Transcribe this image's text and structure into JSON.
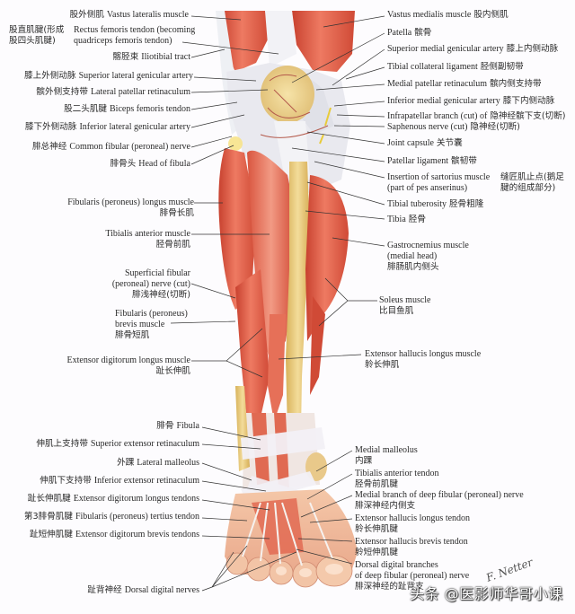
{
  "figure": {
    "title": "Anterior view of leg and dorsum of foot (muscles, tendons, nerves)",
    "colors": {
      "background": "#fdfcfe",
      "muscle": "#e25a45",
      "muscle_dark": "#c8412f",
      "muscle_light": "#f08a72",
      "tendon": "#efe8ec",
      "bone": "#e8c774",
      "bone_light": "#f3dc9a",
      "nerve": "#f0d24a",
      "leader_line": "#333333"
    }
  },
  "labels_left": [
    {
      "zh": "股外侧肌",
      "en": "Vastus lateralis muscle"
    },
    {
      "zh": "股直肌腱(形成股四头肌腱)",
      "zh_line1": "股直肌腱(形成",
      "zh_line2": "股四头肌腱)",
      "en_line1": "Rectus femoris tendon (becoming",
      "en_line2": "quadriceps femoris tendon)"
    },
    {
      "zh": "髂胫束",
      "en": "Iliotibial tract"
    },
    {
      "zh": "膝上外侧动脉",
      "en": "Superior lateral genicular artery"
    },
    {
      "zh": "髌外侧支持带",
      "en": "Lateral patellar retinaculum"
    },
    {
      "zh": "股二头肌腱",
      "en": "Biceps femoris tendon"
    },
    {
      "zh": "膝下外侧动脉",
      "en": "Inferior lateral genicular artery"
    },
    {
      "zh": "腓总神经",
      "en": "Common fibular (peroneal) nerve"
    },
    {
      "zh": "腓骨头",
      "en": "Head of fibula"
    },
    {
      "en": "Fibularis (peroneus) longus muscle",
      "zh": "腓骨长肌"
    },
    {
      "en": "Tibialis anterior muscle",
      "zh": "胫骨前肌"
    },
    {
      "en_line1": "Superficial fibular",
      "en_line2": "(peroneal) nerve (cut)",
      "zh": "腓浅神经(切断)"
    },
    {
      "en_line1": "Fibularis (peroneus)",
      "en_line2": "brevis muscle",
      "zh": "腓骨短肌"
    },
    {
      "en": "Extensor digitorum longus muscle",
      "zh": "趾长伸肌"
    },
    {
      "zh": "腓骨",
      "en": "Fibula"
    },
    {
      "zh": "伸肌上支持带",
      "en": "Superior extensor retinaculum"
    },
    {
      "zh": "外踝",
      "en": "Lateral malleolus"
    },
    {
      "zh": "伸肌下支持带",
      "en": "Inferior extensor retinaculum"
    },
    {
      "zh": "趾长伸肌腱",
      "en": "Extensor digitorum longus tendons"
    },
    {
      "zh": "第3腓骨肌腱",
      "en": "Fibularis (peroneus) tertius tendon"
    },
    {
      "zh": "趾短伸肌腱",
      "en": "Extensor digitorum brevis tendons"
    },
    {
      "zh": "趾背神经",
      "en": "Dorsal digital nerves"
    }
  ],
  "labels_right": [
    {
      "en": "Vastus medialis muscle",
      "zh": "股内侧肌"
    },
    {
      "en": "Patella",
      "zh": "髌骨"
    },
    {
      "en": "Superior medial genicular artery",
      "zh": "膝上内侧动脉"
    },
    {
      "en": "Tibial collateral ligament",
      "zh": "胫侧副韧带"
    },
    {
      "en": "Medial patellar retinaculum",
      "zh": "髌内侧支持带"
    },
    {
      "en": "Inferior medial genicular artery",
      "zh": "膝下内侧动脉"
    },
    {
      "en": "Infrapatellar branch (cut) of",
      "zh": "隐神经髌下支(切断)"
    },
    {
      "en": "Saphenous nerve (cut)",
      "zh": "隐神经(切断)"
    },
    {
      "en": "Joint capsule",
      "zh": "关节囊"
    },
    {
      "en": "Patellar ligament",
      "zh": "髌韧带"
    },
    {
      "en_line1": "Insertion of sartorius muscle",
      "en_line2": "(part of pes anserinus)",
      "zh_line1": "缝匠肌止点(鹅足",
      "zh_line2": "腱的组成部分)"
    },
    {
      "en": "Tibial tuberosity",
      "zh": "胫骨粗隆"
    },
    {
      "en": "Tibia",
      "zh": "胫骨"
    },
    {
      "en_line1": "Gastrocnemius muscle",
      "en_line2": "(medial head)",
      "zh": "腓肠肌内侧头"
    },
    {
      "en": "Soleus muscle",
      "zh": "比目鱼肌"
    },
    {
      "en": "Extensor hallucis longus muscle",
      "zh": "䠲长伸肌"
    },
    {
      "en": "Medial malleolus",
      "zh": "内踝"
    },
    {
      "en": "Tibialis anterior tendon",
      "zh": "胫骨前肌腱"
    },
    {
      "en": "Medial branch of deep fibular (peroneal) nerve",
      "zh": "腓深神经内侧支"
    },
    {
      "en": "Extensor hallucis longus tendon",
      "zh": "䠲长伸肌腱"
    },
    {
      "en": "Extensor hallucis brevis tendon",
      "zh": "䠲短伸肌腱"
    },
    {
      "en_line1": "Dorsal digital branches",
      "en_line2": "of deep fibular (peroneal) nerve",
      "zh": "腓深神经的趾背支"
    }
  ],
  "signature": "F. Netter",
  "watermark": "头条 @医影师华哥小课"
}
